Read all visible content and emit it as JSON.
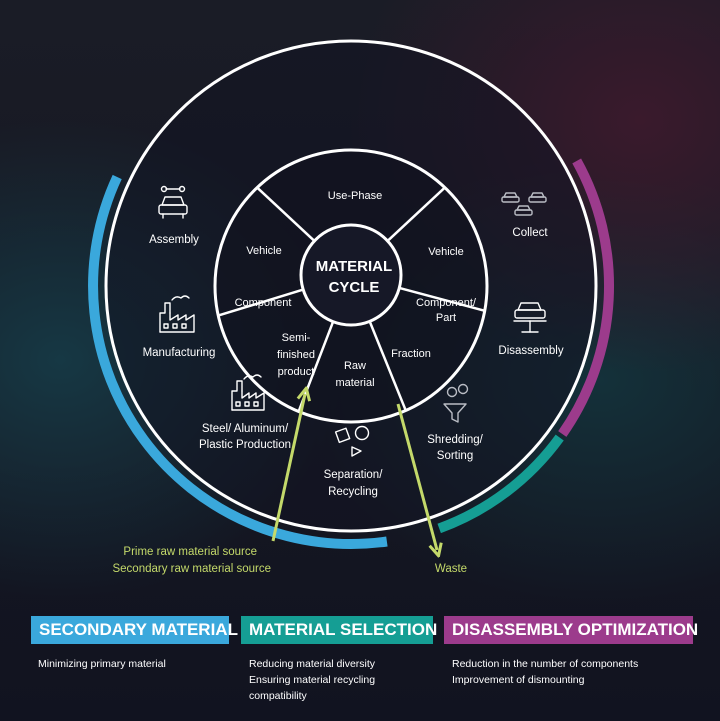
{
  "center": {
    "line1": "MATERIAL",
    "line2": "CYCLE"
  },
  "inner_segments": {
    "use_phase": "Use-Phase",
    "vehicle_right": "Vehicle",
    "component_part": [
      "Component/",
      "Part"
    ],
    "fraction": "Fraction",
    "raw_material": [
      "Raw",
      "material"
    ],
    "semi_finished": [
      "Semi-",
      "finished",
      "product"
    ],
    "component": "Component",
    "vehicle_left": "Vehicle"
  },
  "outer_stages": {
    "collect": "Collect",
    "disassembly": "Disassembly",
    "shredding": [
      "Shredding/",
      "Sorting"
    ],
    "separation": [
      "Separation/",
      "Recycling"
    ],
    "steel": [
      "Steel/ Aluminum/",
      "Plastic Production"
    ],
    "manufacturing": "Manufacturing",
    "assembly": "Assembly"
  },
  "flows": {
    "prime": "Prime raw material source",
    "secondary": "Secondary raw material source",
    "waste": "Waste"
  },
  "colors": {
    "secondary_material": "#3aa8dc",
    "material_selection": "#159e94",
    "disassembly_optimization": "#9c3b8c",
    "flow_arrow": "#c4d96a"
  },
  "legend": [
    {
      "title": "SECONDARY MATERIAL",
      "lines": [
        "Minimizing primary material"
      ]
    },
    {
      "title": "MATERIAL SELECTION",
      "lines": [
        "Reducing material diversity",
        "Ensuring material recycling",
        "compatibility"
      ]
    },
    {
      "title": "DISASSEMBLY OPTIMIZATION",
      "lines": [
        "Reduction in the number of components",
        "Improvement of dismounting"
      ]
    }
  ]
}
